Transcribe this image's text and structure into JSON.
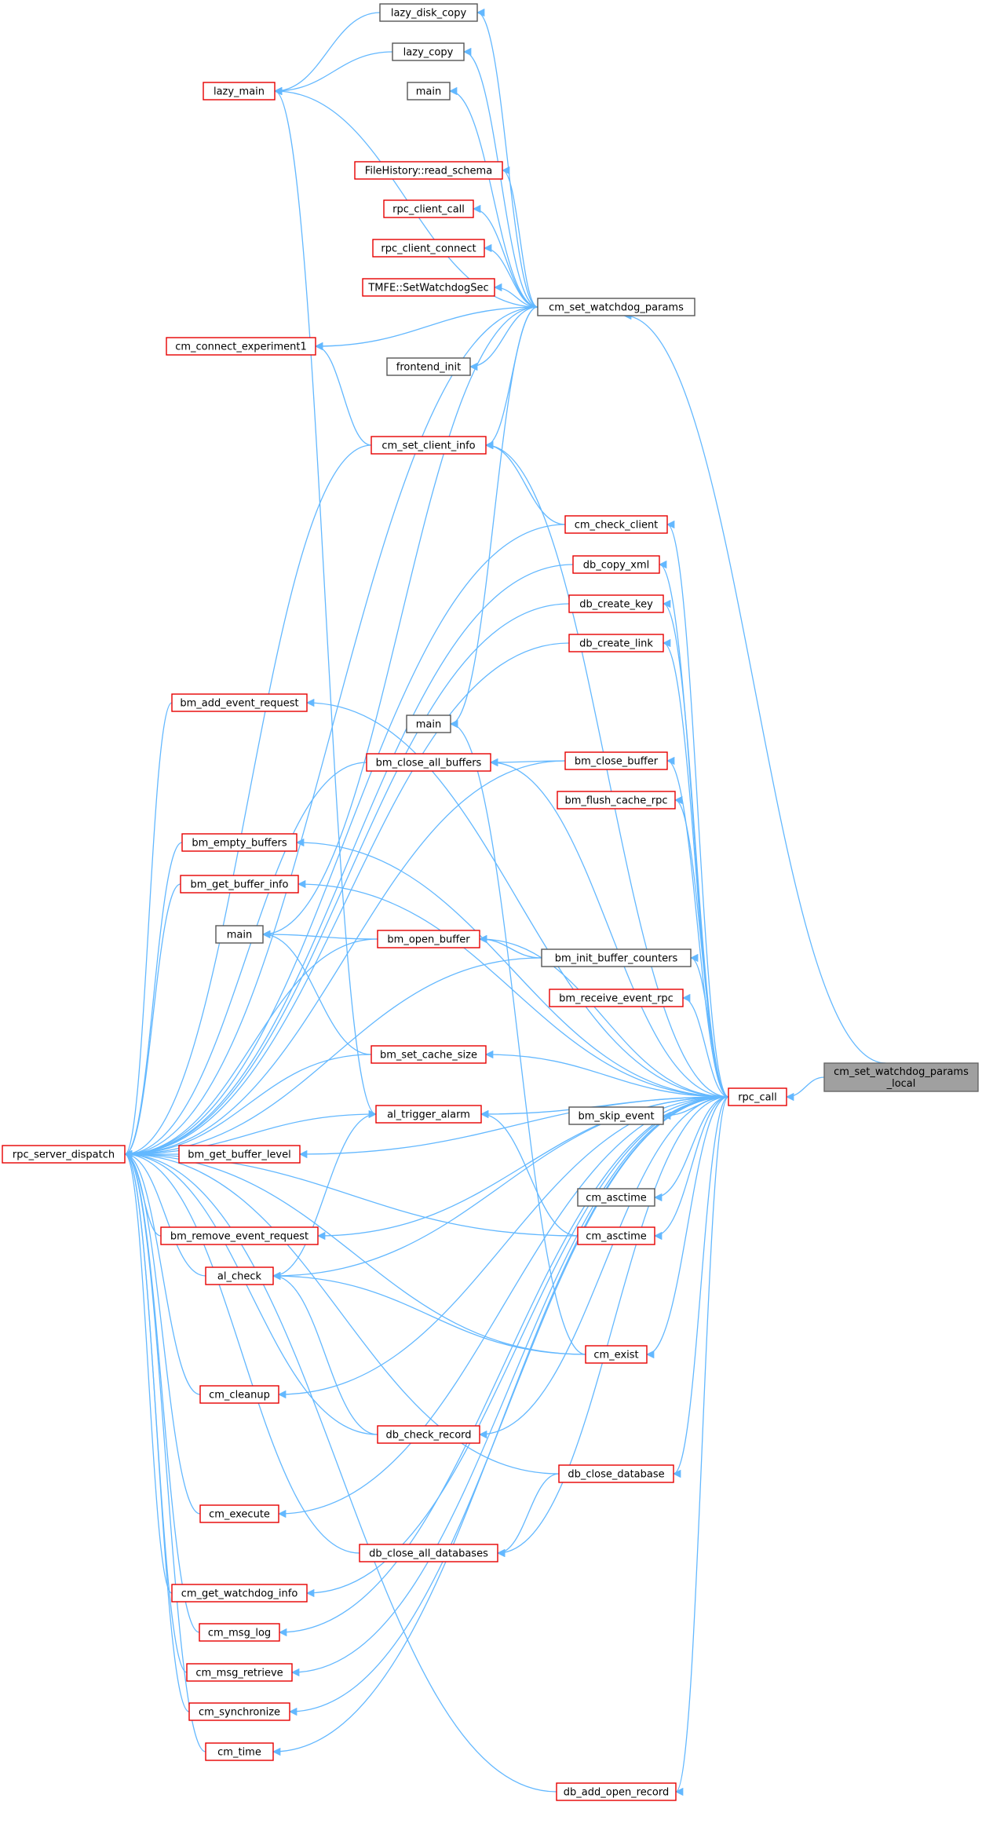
{
  "graph": {
    "colors": {
      "edge": "#63b8ff",
      "node_border_red": "#e60000",
      "node_border_black": "#555555",
      "focus_fill": "#a0a0a0"
    },
    "nodes": [
      {
        "id": "lazy_disk_copy",
        "label": "lazy_disk_copy",
        "border": "black"
      },
      {
        "id": "lazy_copy",
        "label": "lazy_copy",
        "border": "black"
      },
      {
        "id": "lazy_main",
        "label": "lazy_main",
        "border": "red"
      },
      {
        "id": "main_top",
        "label": "main",
        "border": "black"
      },
      {
        "id": "filehistory_read_schema",
        "label": "FileHistory::read_schema",
        "border": "red"
      },
      {
        "id": "rpc_client_call",
        "label": "rpc_client_call",
        "border": "red"
      },
      {
        "id": "rpc_client_connect",
        "label": "rpc_client_connect",
        "border": "red"
      },
      {
        "id": "tmfe_setwatchdogsec",
        "label": "TMFE::SetWatchdogSec",
        "border": "red"
      },
      {
        "id": "cm_set_watchdog_params",
        "label": "cm_set_watchdog_params",
        "border": "black"
      },
      {
        "id": "cm_connect_experiment1",
        "label": "cm_connect_experiment1",
        "border": "red"
      },
      {
        "id": "frontend_init",
        "label": "frontend_init",
        "border": "black"
      },
      {
        "id": "cm_set_client_info",
        "label": "cm_set_client_info",
        "border": "red"
      },
      {
        "id": "cm_check_client",
        "label": "cm_check_client",
        "border": "red"
      },
      {
        "id": "db_copy_xml",
        "label": "db_copy_xml",
        "border": "red"
      },
      {
        "id": "db_create_key",
        "label": "db_create_key",
        "border": "red"
      },
      {
        "id": "db_create_link",
        "label": "db_create_link",
        "border": "red"
      },
      {
        "id": "bm_add_event_request",
        "label": "bm_add_event_request",
        "border": "red"
      },
      {
        "id": "main_mid",
        "label": "main",
        "border": "black"
      },
      {
        "id": "bm_close_all_buffers",
        "label": "bm_close_all_buffers",
        "border": "red"
      },
      {
        "id": "bm_close_buffer",
        "label": "bm_close_buffer",
        "border": "red"
      },
      {
        "id": "bm_flush_cache_rpc",
        "label": "bm_flush_cache_rpc",
        "border": "red"
      },
      {
        "id": "bm_empty_buffers",
        "label": "bm_empty_buffers",
        "border": "red"
      },
      {
        "id": "bm_get_buffer_info",
        "label": "bm_get_buffer_info",
        "border": "red"
      },
      {
        "id": "main_low",
        "label": "main",
        "border": "black"
      },
      {
        "id": "bm_open_buffer",
        "label": "bm_open_buffer",
        "border": "red"
      },
      {
        "id": "bm_init_buffer_counters",
        "label": "bm_init_buffer_counters",
        "border": "black"
      },
      {
        "id": "bm_receive_event_rpc",
        "label": "bm_receive_event_rpc",
        "border": "red"
      },
      {
        "id": "bm_set_cache_size",
        "label": "bm_set_cache_size",
        "border": "red"
      },
      {
        "id": "cm_set_watchdog_params_local",
        "label": "cm_set_watchdog_params\n_local",
        "border": "focus"
      },
      {
        "id": "rpc_call",
        "label": "rpc_call",
        "border": "red"
      },
      {
        "id": "al_trigger_alarm",
        "label": "al_trigger_alarm",
        "border": "red"
      },
      {
        "id": "bm_skip_event",
        "label": "bm_skip_event",
        "border": "black"
      },
      {
        "id": "rpc_server_dispatch",
        "label": "rpc_server_dispatch",
        "border": "red"
      },
      {
        "id": "bm_get_buffer_level",
        "label": "bm_get_buffer_level",
        "border": "red"
      },
      {
        "id": "cm_asctime_black",
        "label": "cm_asctime",
        "border": "black"
      },
      {
        "id": "cm_asctime_red",
        "label": "cm_asctime",
        "border": "red"
      },
      {
        "id": "bm_remove_event_request",
        "label": "bm_remove_event_request",
        "border": "red"
      },
      {
        "id": "al_check",
        "label": "al_check",
        "border": "red"
      },
      {
        "id": "cm_exist",
        "label": "cm_exist",
        "border": "red"
      },
      {
        "id": "cm_cleanup",
        "label": "cm_cleanup",
        "border": "red"
      },
      {
        "id": "db_check_record",
        "label": "db_check_record",
        "border": "red"
      },
      {
        "id": "db_close_database",
        "label": "db_close_database",
        "border": "red"
      },
      {
        "id": "cm_execute",
        "label": "cm_execute",
        "border": "red"
      },
      {
        "id": "db_close_all_databases",
        "label": "db_close_all_databases",
        "border": "red"
      },
      {
        "id": "cm_get_watchdog_info",
        "label": "cm_get_watchdog_info",
        "border": "red"
      },
      {
        "id": "cm_msg_log",
        "label": "cm_msg_log",
        "border": "red"
      },
      {
        "id": "cm_msg_retrieve",
        "label": "cm_msg_retrieve",
        "border": "red"
      },
      {
        "id": "cm_synchronize",
        "label": "cm_synchronize",
        "border": "red"
      },
      {
        "id": "cm_time",
        "label": "cm_time",
        "border": "red"
      },
      {
        "id": "db_add_open_record",
        "label": "db_add_open_record",
        "border": "red"
      }
    ],
    "edges": [
      [
        "cm_set_watchdog_params",
        "lazy_disk_copy"
      ],
      [
        "cm_set_watchdog_params",
        "lazy_copy"
      ],
      [
        "cm_set_watchdog_params",
        "lazy_main"
      ],
      [
        "cm_set_watchdog_params",
        "main_top"
      ],
      [
        "cm_set_watchdog_params",
        "filehistory_read_schema"
      ],
      [
        "cm_set_watchdog_params",
        "rpc_client_call"
      ],
      [
        "cm_set_watchdog_params",
        "rpc_client_connect"
      ],
      [
        "cm_set_watchdog_params",
        "tmfe_setwatchdogsec"
      ],
      [
        "cm_set_watchdog_params",
        "cm_connect_experiment1"
      ],
      [
        "cm_set_watchdog_params",
        "frontend_init"
      ],
      [
        "cm_set_watchdog_params",
        "cm_set_client_info"
      ],
      [
        "cm_set_watchdog_params",
        "rpc_server_dispatch"
      ],
      [
        "cm_set_watchdog_params",
        "main_mid"
      ],
      [
        "cm_set_watchdog_params",
        "main_low"
      ],
      [
        "lazy_copy",
        "lazy_main"
      ],
      [
        "lazy_disk_copy",
        "lazy_main"
      ],
      [
        "cm_set_client_info",
        "cm_connect_experiment1"
      ],
      [
        "cm_set_client_info",
        "rpc_server_dispatch"
      ],
      [
        "cm_check_client",
        "cm_set_client_info"
      ],
      [
        "cm_check_client",
        "rpc_server_dispatch"
      ],
      [
        "db_copy_xml",
        "rpc_server_dispatch"
      ],
      [
        "db_create_key",
        "rpc_server_dispatch"
      ],
      [
        "db_create_link",
        "rpc_server_dispatch"
      ],
      [
        "bm_add_event_request",
        "rpc_server_dispatch"
      ],
      [
        "bm_close_all_buffers",
        "rpc_server_dispatch"
      ],
      [
        "bm_close_buffer",
        "bm_close_all_buffers"
      ],
      [
        "bm_close_buffer",
        "rpc_server_dispatch"
      ],
      [
        "bm_empty_buffers",
        "rpc_server_dispatch"
      ],
      [
        "bm_get_buffer_info",
        "rpc_server_dispatch"
      ],
      [
        "bm_open_buffer",
        "main_low"
      ],
      [
        "bm_open_buffer",
        "rpc_server_dispatch"
      ],
      [
        "bm_init_buffer_counters",
        "bm_open_buffer"
      ],
      [
        "bm_init_buffer_counters",
        "rpc_server_dispatch"
      ],
      [
        "bm_set_cache_size",
        "main_low"
      ],
      [
        "bm_set_cache_size",
        "rpc_server_dispatch"
      ],
      [
        "al_trigger_alarm",
        "lazy_main"
      ],
      [
        "al_trigger_alarm",
        "rpc_server_dispatch"
      ],
      [
        "bm_get_buffer_level",
        "rpc_server_dispatch"
      ],
      [
        "cm_asctime_red",
        "al_trigger_alarm"
      ],
      [
        "cm_asctime_red",
        "rpc_server_dispatch"
      ],
      [
        "bm_remove_event_request",
        "rpc_server_dispatch"
      ],
      [
        "al_check",
        "al_trigger_alarm"
      ],
      [
        "al_check",
        "rpc_server_dispatch"
      ],
      [
        "cm_exist",
        "main_mid"
      ],
      [
        "cm_exist",
        "al_check"
      ],
      [
        "cm_exist",
        "rpc_server_dispatch"
      ],
      [
        "cm_cleanup",
        "rpc_server_dispatch"
      ],
      [
        "db_check_record",
        "al_check"
      ],
      [
        "db_check_record",
        "rpc_server_dispatch"
      ],
      [
        "db_close_database",
        "db_close_all_databases"
      ],
      [
        "db_close_database",
        "rpc_server_dispatch"
      ],
      [
        "cm_execute",
        "rpc_server_dispatch"
      ],
      [
        "db_close_all_databases",
        "rpc_server_dispatch"
      ],
      [
        "cm_get_watchdog_info",
        "rpc_server_dispatch"
      ],
      [
        "cm_msg_log",
        "rpc_server_dispatch"
      ],
      [
        "cm_msg_retrieve",
        "rpc_server_dispatch"
      ],
      [
        "cm_synchronize",
        "rpc_server_dispatch"
      ],
      [
        "cm_time",
        "rpc_server_dispatch"
      ],
      [
        "db_add_open_record",
        "rpc_server_dispatch"
      ],
      [
        "cm_set_watchdog_params_local",
        "cm_set_watchdog_params"
      ],
      [
        "cm_set_watchdog_params_local",
        "rpc_call"
      ],
      [
        "rpc_call",
        "cm_set_client_info"
      ],
      [
        "rpc_call",
        "cm_check_client"
      ],
      [
        "rpc_call",
        "db_copy_xml"
      ],
      [
        "rpc_call",
        "db_create_key"
      ],
      [
        "rpc_call",
        "db_create_link"
      ],
      [
        "rpc_call",
        "bm_add_event_request"
      ],
      [
        "rpc_call",
        "bm_close_all_buffers"
      ],
      [
        "rpc_call",
        "bm_close_buffer"
      ],
      [
        "rpc_call",
        "bm_flush_cache_rpc"
      ],
      [
        "rpc_call",
        "bm_empty_buffers"
      ],
      [
        "rpc_call",
        "bm_get_buffer_info"
      ],
      [
        "rpc_call",
        "bm_open_buffer"
      ],
      [
        "rpc_call",
        "bm_init_buffer_counters"
      ],
      [
        "rpc_call",
        "bm_receive_event_rpc"
      ],
      [
        "rpc_call",
        "bm_set_cache_size"
      ],
      [
        "rpc_call",
        "al_trigger_alarm"
      ],
      [
        "rpc_call",
        "bm_skip_event"
      ],
      [
        "rpc_call",
        "bm_get_buffer_level"
      ],
      [
        "rpc_call",
        "cm_asctime_black"
      ],
      [
        "rpc_call",
        "cm_asctime_red"
      ],
      [
        "rpc_call",
        "bm_remove_event_request"
      ],
      [
        "rpc_call",
        "al_check"
      ],
      [
        "rpc_call",
        "cm_exist"
      ],
      [
        "rpc_call",
        "cm_cleanup"
      ],
      [
        "rpc_call",
        "db_check_record"
      ],
      [
        "rpc_call",
        "db_close_database"
      ],
      [
        "rpc_call",
        "cm_execute"
      ],
      [
        "rpc_call",
        "db_close_all_databases"
      ],
      [
        "rpc_call",
        "cm_get_watchdog_info"
      ],
      [
        "rpc_call",
        "cm_msg_log"
      ],
      [
        "rpc_call",
        "cm_msg_retrieve"
      ],
      [
        "rpc_call",
        "cm_synchronize"
      ],
      [
        "rpc_call",
        "cm_time"
      ],
      [
        "rpc_call",
        "db_add_open_record"
      ]
    ]
  }
}
